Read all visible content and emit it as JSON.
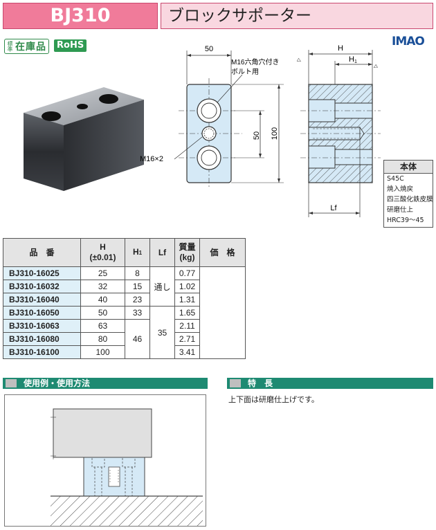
{
  "header": {
    "code": "BJ310",
    "title": "ブロックサポーター"
  },
  "badges": {
    "standard_side": "標準",
    "standard_main": "在庫品",
    "rohs": "RoHS"
  },
  "logo": "IMAO",
  "drawing": {
    "width": "50",
    "height": "100",
    "pitch": "50",
    "thread": "M16×2",
    "note_line1": "M16六角穴付き",
    "note_line2": "ボルト用",
    "h": "H",
    "h1": "H",
    "h1_sub": "1",
    "lf": "Lf"
  },
  "material": {
    "header": "本体",
    "lines": [
      "S45C",
      "焼入焼戻",
      "四三酸化鉄皮膜",
      "研磨仕上",
      "HRC39～45"
    ]
  },
  "table": {
    "headers": {
      "part_no": "品　番",
      "h_line1": "H",
      "h_line2": "(±0.01)",
      "h1": "H",
      "h1_sub": "1",
      "lf": "Lf",
      "mass_line1": "質量",
      "mass_line2": "(kg)",
      "price": "価　格"
    },
    "rows": [
      {
        "part_no": "BJ310-16025",
        "h": "25",
        "h1": "8",
        "mass": "0.77"
      },
      {
        "part_no": "BJ310-16032",
        "h": "32",
        "h1": "15",
        "mass": "1.02"
      },
      {
        "part_no": "BJ310-16040",
        "h": "40",
        "h1": "23",
        "mass": "1.31"
      },
      {
        "part_no": "BJ310-16050",
        "h": "50",
        "h1": "33",
        "mass": "1.65"
      },
      {
        "part_no": "BJ310-16063",
        "h": "63",
        "h1": "46",
        "mass": "2.11"
      },
      {
        "part_no": "BJ310-16080",
        "h": "80",
        "mass": "2.71"
      },
      {
        "part_no": "BJ310-16100",
        "h": "100",
        "mass": "3.41"
      }
    ],
    "lf_through": "通し",
    "lf_value": "35"
  },
  "sections": {
    "usage": "使用例・使用方法",
    "feature": "特　長"
  },
  "feature_text": "上下面は研磨仕上げです。",
  "colors": {
    "header_pink": "#f07b9a",
    "title_pink": "#f9d7e0",
    "section_green": "#1e8a72",
    "part_blue": "#dff0f8",
    "logo_blue": "#1a4f98"
  }
}
